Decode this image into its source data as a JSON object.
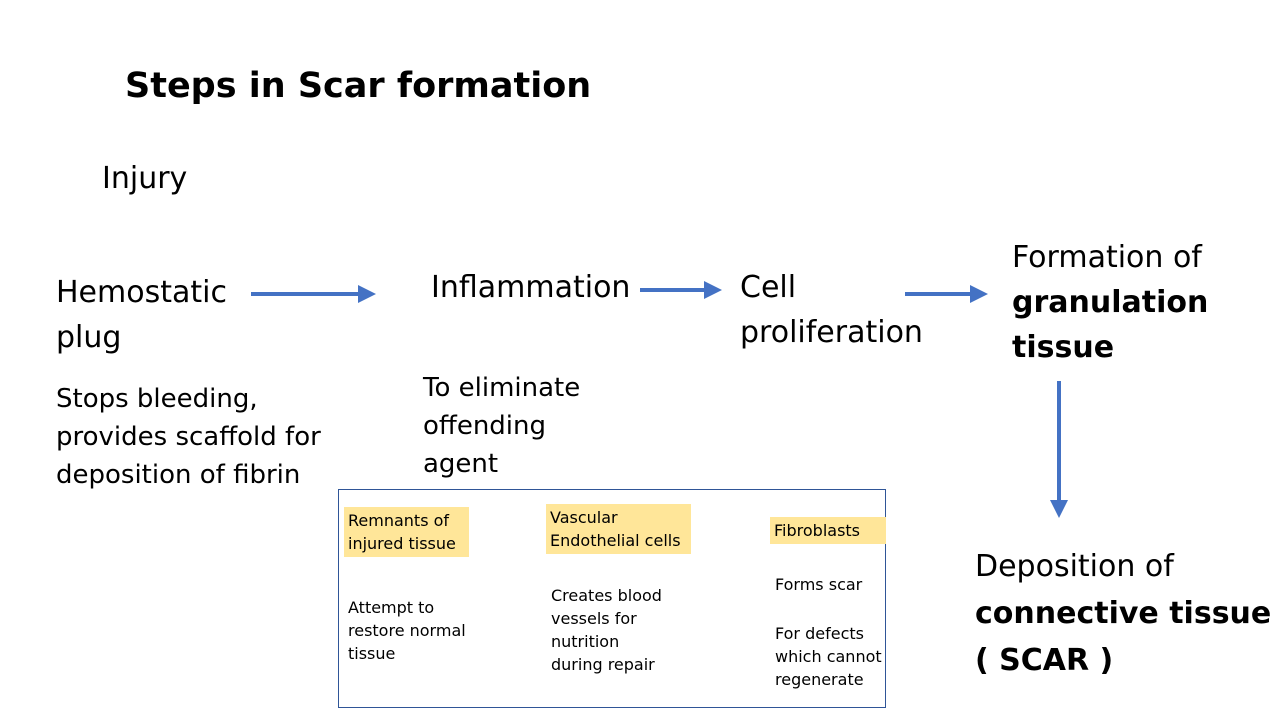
{
  "title": "Steps in Scar formation",
  "injury": "Injury",
  "hemostatic": {
    "line1": "Hemostatic",
    "line2": "plug",
    "desc": [
      "Stops bleeding,",
      "provides scaffold for",
      "deposition of fibrin"
    ]
  },
  "inflammation": {
    "label": "Inflammation",
    "desc": [
      "To eliminate",
      "offending",
      "agent"
    ]
  },
  "cell_proliferation": [
    "Cell",
    "proliferation"
  ],
  "granulation": {
    "line1": "Formation of",
    "line2": "granulation",
    "line3": "tissue"
  },
  "deposition": {
    "line1": "Deposition of",
    "line2": "connective tissue",
    "line3": "( SCAR )"
  },
  "box": {
    "col1": {
      "header": [
        "Remnants of",
        "injured tissue"
      ],
      "notes": [
        "Attempt to",
        "restore normal",
        "tissue"
      ]
    },
    "col2": {
      "header": [
        "Vascular",
        "Endothelial cells"
      ],
      "notes": [
        "Creates blood",
        "vessels for",
        "nutrition",
        "during repair"
      ]
    },
    "col3": {
      "header": [
        "Fibroblasts"
      ],
      "notes1": [
        "Forms scar"
      ],
      "notes2": [
        "For defects",
        "which cannot",
        "regenerate"
      ]
    }
  },
  "colors": {
    "arrow": "#4472c4",
    "highlight": "#ffe699",
    "box_border": "#2f5597"
  }
}
